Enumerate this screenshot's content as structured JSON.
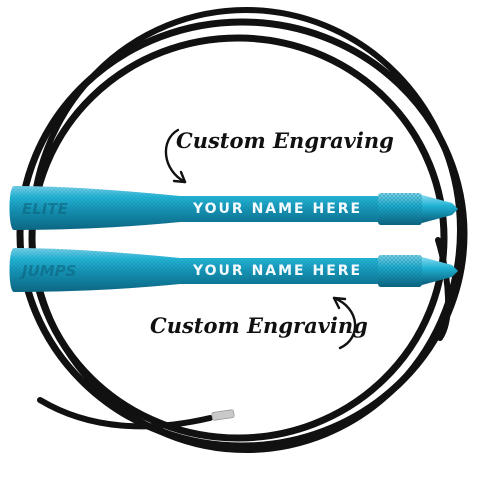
{
  "product": {
    "brand_logo_text": "ELITE JUMPS",
    "handle_color": "#1aa3c4",
    "cable_color": "#111111",
    "background_color": "#ffffff"
  },
  "callouts": {
    "top_label": "Custom Engraving",
    "bottom_label": "Custom Engraving"
  },
  "handles": [
    {
      "engraving_text": "YOUR NAME HERE"
    },
    {
      "engraving_text": "YOUR NAME HERE"
    }
  ]
}
